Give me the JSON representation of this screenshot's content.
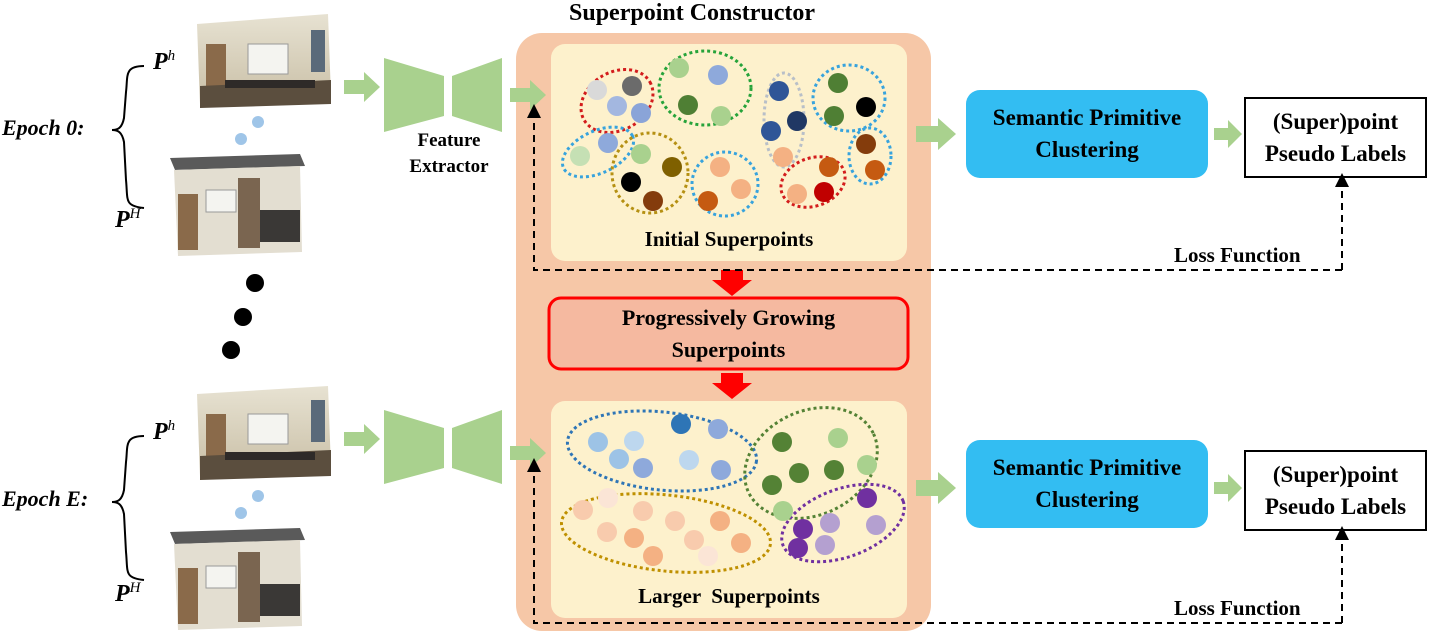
{
  "title": "Superpoint Constructor",
  "epoch0": {
    "label": "Epoch 0:",
    "p_small": "P",
    "p_small_sup": "h",
    "p_big": "P",
    "p_big_sup": "H"
  },
  "epochE": {
    "label": "Epoch E:",
    "p_small": "P",
    "p_small_sup": "h",
    "p_big": "P",
    "p_big_sup": "H"
  },
  "feature_extractor": {
    "line1": "Feature",
    "line2": "Extractor"
  },
  "initial_superpoints": "Initial Superpoints",
  "progressive": {
    "line1": "Progressively Growing",
    "line2": "Superpoints"
  },
  "larger_superpoints": "Larger  Superpoints",
  "spc_top": {
    "line1": "Semantic Primitive",
    "line2": "Clustering"
  },
  "spc_bottom": {
    "line1": "Semantic Primitive",
    "line2": "Clustering"
  },
  "labels_top": {
    "line1": "(Super)point",
    "line2": "Pseudo Labels"
  },
  "labels_bottom": {
    "line1": "(Super)point",
    "line2": "Pseudo Labels"
  },
  "loss_top": "Loss Function",
  "loss_bottom": "Loss Function",
  "colors": {
    "panel": "#f6c7a7",
    "inner": "#fdf1cc",
    "green_arrow": "#a9d18e",
    "extractor": "#a9d18e",
    "cluster_box": "#33bdf2",
    "red": "#ff0000",
    "progress_fill": "#f5b9a0"
  }
}
